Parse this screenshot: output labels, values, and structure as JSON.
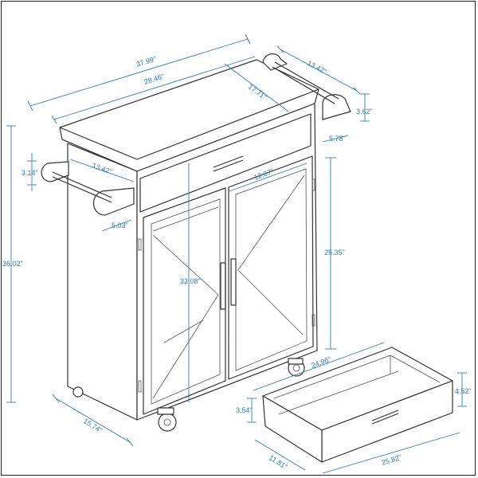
{
  "dimensions": {
    "overall_width": "37.99\"",
    "top_width": "28.46\"",
    "top_inner": "17.71\"",
    "bar_span": "13.42\"",
    "bar_height": "3.62\"",
    "bar_offset": "5.78\"",
    "left_gap": "3.14\"",
    "left_bar_span": "13.42\"",
    "left_bar_depth": "5.03\"",
    "drawer_front_width": "12.87\"",
    "cabinet_height": "25.35\"",
    "overall_height": "36.02\"",
    "door_height": "32.08\"",
    "base_depth": "15.74\"",
    "drawer_width": "24.96\"",
    "drawer_height": "4.52\"",
    "drawer_inner_height": "3.54\"",
    "drawer_depth": "11.81\"",
    "drawer_length": "25.82\""
  },
  "colors": {
    "line": "#333333",
    "dimension": "#2e7fb8"
  }
}
